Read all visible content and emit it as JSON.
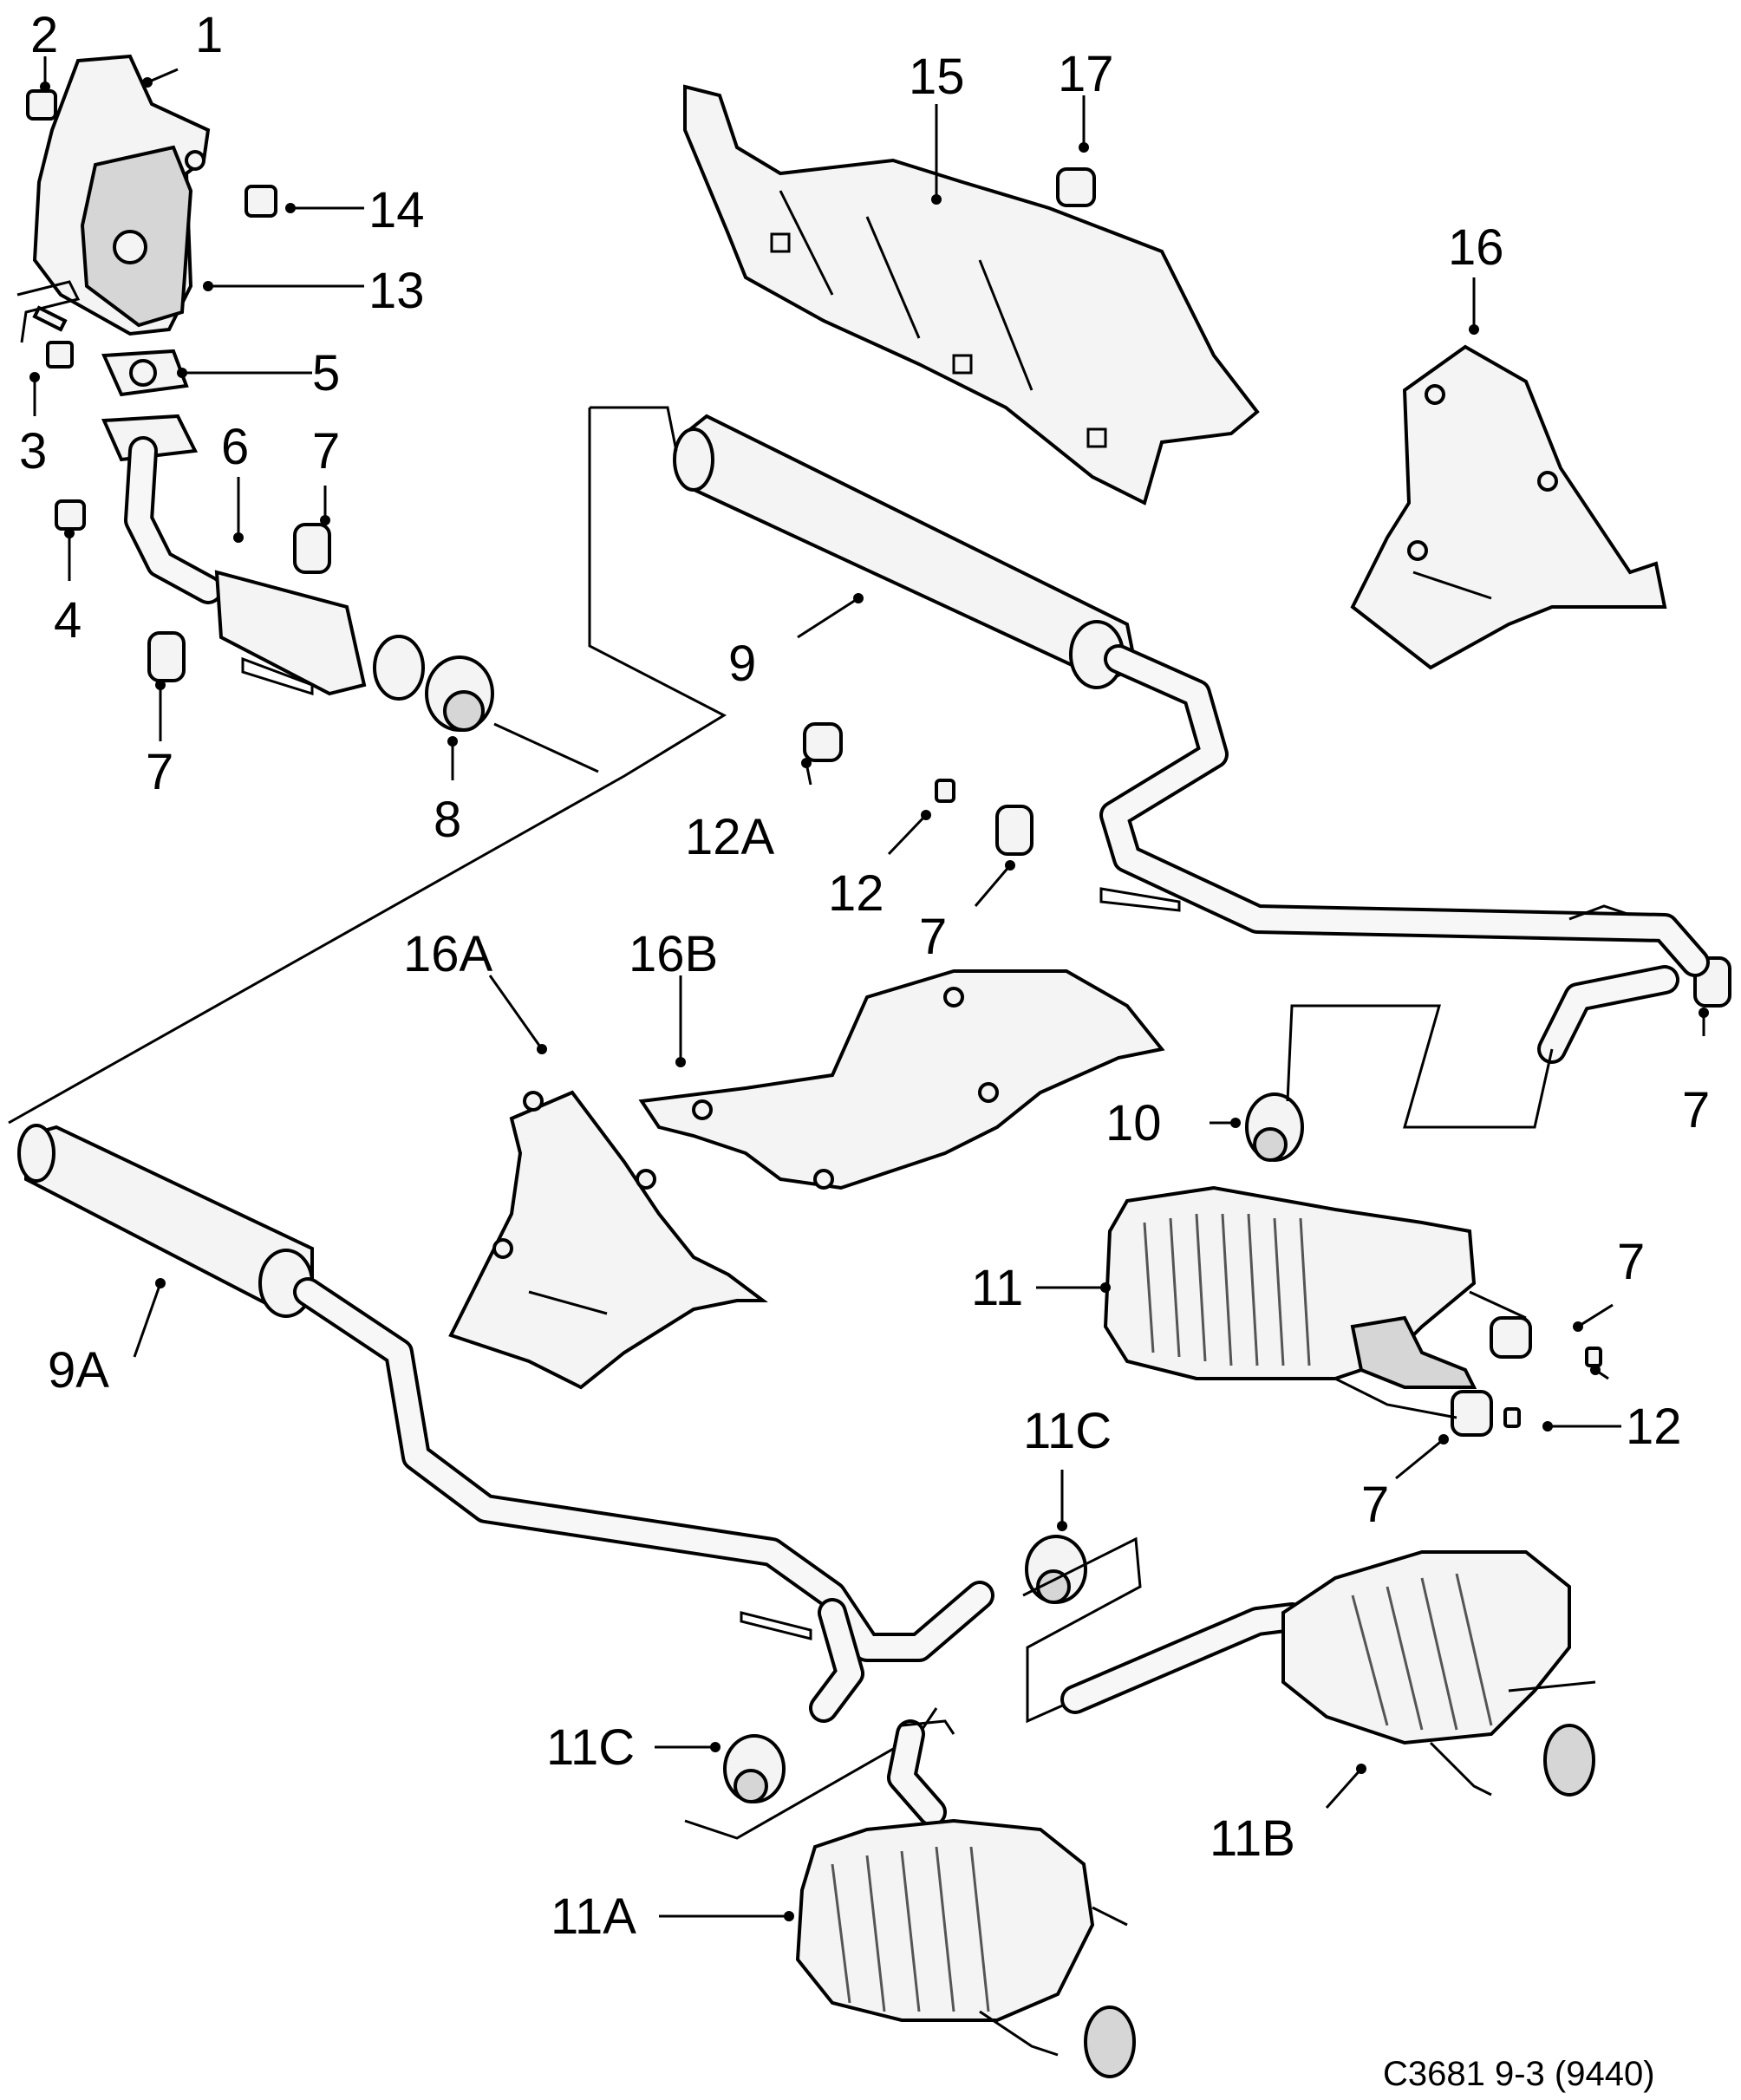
{
  "callouts": [
    {
      "id": "1",
      "text": "1"
    },
    {
      "id": "2",
      "text": "2"
    },
    {
      "id": "3",
      "text": "3"
    },
    {
      "id": "4",
      "text": "4"
    },
    {
      "id": "5",
      "text": "5"
    },
    {
      "id": "6",
      "text": "6"
    },
    {
      "id": "7a",
      "text": "7"
    },
    {
      "id": "7b",
      "text": "7"
    },
    {
      "id": "7c",
      "text": "7"
    },
    {
      "id": "7d",
      "text": "7"
    },
    {
      "id": "7e",
      "text": "7"
    },
    {
      "id": "7f",
      "text": "7"
    },
    {
      "id": "8",
      "text": "8"
    },
    {
      "id": "9",
      "text": "9"
    },
    {
      "id": "9A",
      "text": "9A"
    },
    {
      "id": "10",
      "text": "10"
    },
    {
      "id": "11",
      "text": "11"
    },
    {
      "id": "11A",
      "text": "11A"
    },
    {
      "id": "11B",
      "text": "11B"
    },
    {
      "id": "11Ca",
      "text": "11C"
    },
    {
      "id": "11Cb",
      "text": "11C"
    },
    {
      "id": "12a",
      "text": "12"
    },
    {
      "id": "12b",
      "text": "12"
    },
    {
      "id": "12A",
      "text": "12A"
    },
    {
      "id": "13",
      "text": "13"
    },
    {
      "id": "14",
      "text": "14"
    },
    {
      "id": "15",
      "text": "15"
    },
    {
      "id": "16",
      "text": "16"
    },
    {
      "id": "16A",
      "text": "16A"
    },
    {
      "id": "16B",
      "text": "16B"
    },
    {
      "id": "17",
      "text": "17"
    }
  ],
  "caption": "C3681 9-3 (9440)"
}
